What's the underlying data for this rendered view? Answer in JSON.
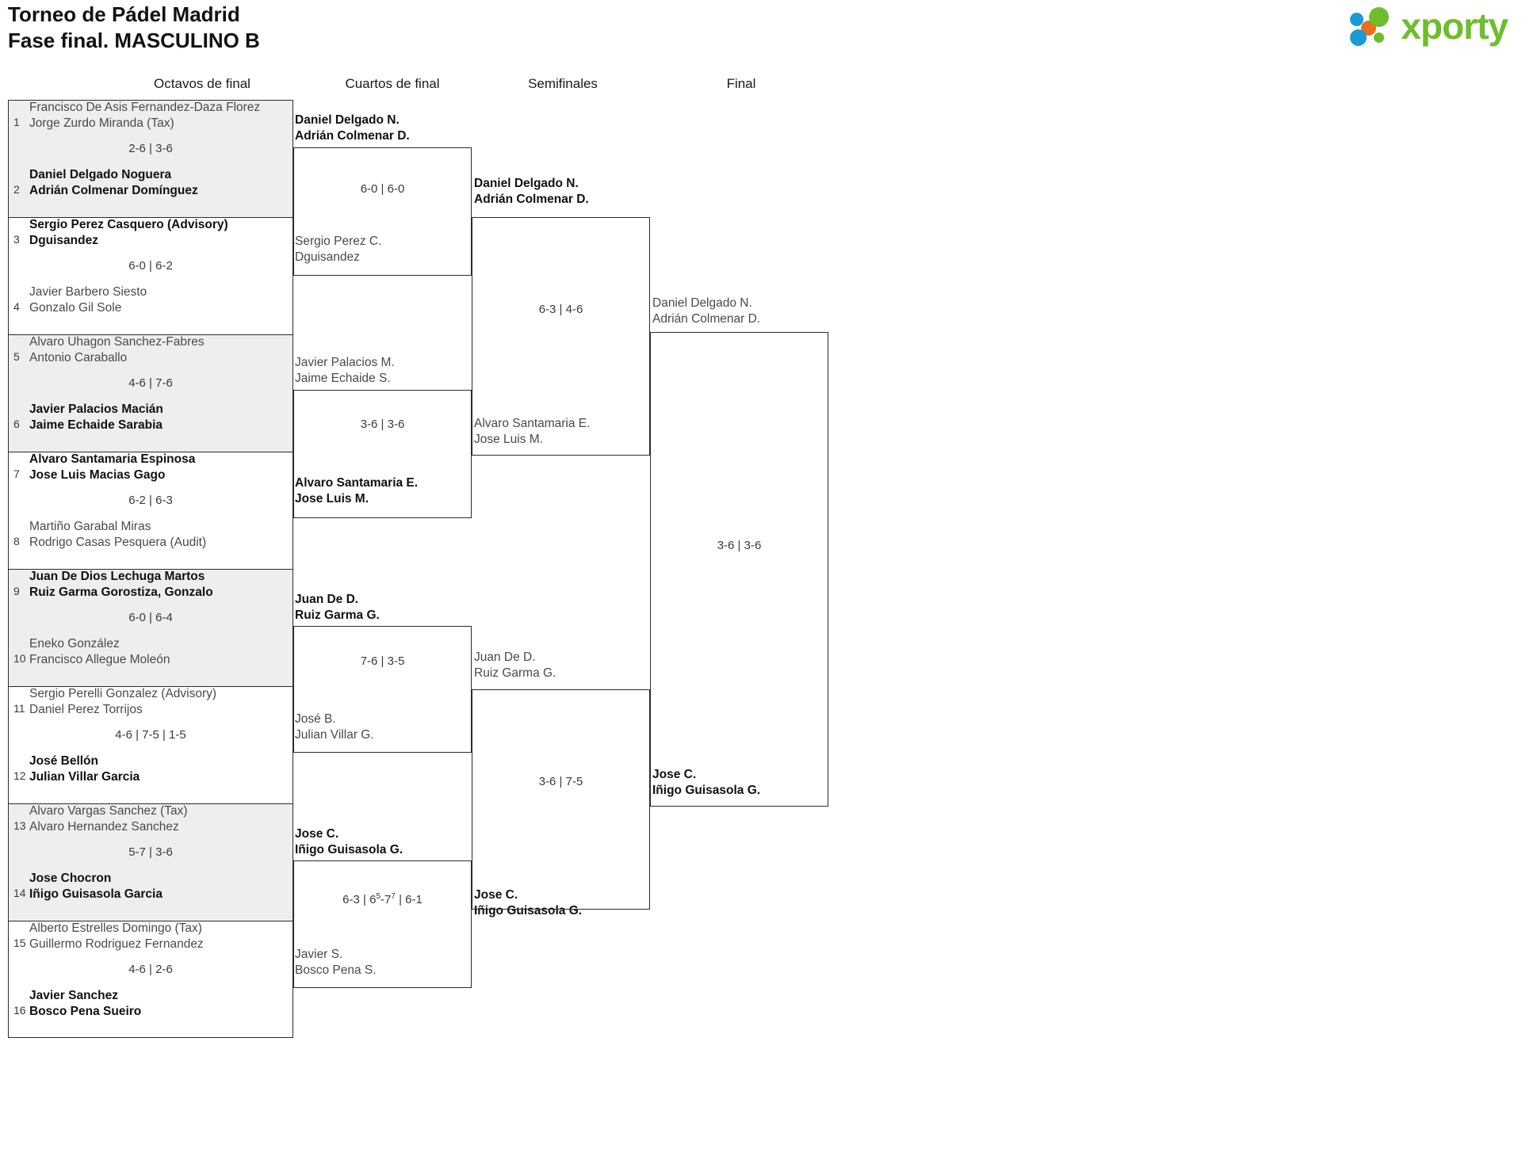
{
  "header": {
    "title": "Torneo de Pádel Madrid\nFase final. MASCULINO B",
    "logo_text": "xporty",
    "logo_colors": {
      "blue": "#1b9ad6",
      "orange": "#e8711a",
      "green": "#6fbd2c"
    }
  },
  "rounds": [
    {
      "label": "Octavos de final"
    },
    {
      "label": "Cuartos de final"
    },
    {
      "label": "Semifinales"
    },
    {
      "label": "Final"
    }
  ],
  "round1": {
    "matches": [
      {
        "top": {
          "seed": "1",
          "names": "Francisco De Asis Fernandez-Daza Florez\nJorge Zurdo Miranda (Tax)",
          "winner": false
        },
        "score": "2-6 | 3-6",
        "bottom": {
          "seed": "2",
          "names": "Daniel Delgado Noguera\nAdrián Colmenar Domínguez",
          "winner": true
        }
      },
      {
        "top": {
          "seed": "3",
          "names": "Sergio Perez Casquero (Advisory)\nDguisandez",
          "winner": true
        },
        "score": "6-0 | 6-2",
        "bottom": {
          "seed": "4",
          "names": "Javier Barbero Siesto\nGonzalo Gil Sole",
          "winner": false
        }
      },
      {
        "top": {
          "seed": "5",
          "names": "Alvaro Uhagon Sanchez-Fabres\nAntonio Caraballo",
          "winner": false
        },
        "score": "4-6 | 7-6",
        "bottom": {
          "seed": "6",
          "names": "Javier Palacios Macián\nJaime Echaide Sarabia",
          "winner": true
        }
      },
      {
        "top": {
          "seed": "7",
          "names": "Alvaro Santamaria Espinosa\nJose Luis Macias Gago",
          "winner": true
        },
        "score": "6-2 | 6-3",
        "bottom": {
          "seed": "8",
          "names": "Martiño Garabal Miras\nRodrigo Casas Pesquera (Audit)",
          "winner": false
        }
      },
      {
        "top": {
          "seed": "9",
          "names": "Juan De Dios Lechuga Martos\nRuiz Garma Gorostiza, Gonzalo",
          "winner": true
        },
        "score": "6-0 | 6-4",
        "bottom": {
          "seed": "10",
          "names": "Eneko González\nFrancisco Allegue Moleón",
          "winner": false
        }
      },
      {
        "top": {
          "seed": "11",
          "names": "Sergio Perelli Gonzalez (Advisory)\nDaniel Perez Torrijos",
          "winner": false
        },
        "score": "4-6 | 7-5 | 1-5",
        "bottom": {
          "seed": "12",
          "names": "José Bellón\nJulian Villar Garcia",
          "winner": true
        }
      },
      {
        "top": {
          "seed": "13",
          "names": "Alvaro Vargas Sanchez (Tax)\nAlvaro Hernandez Sanchez",
          "winner": false
        },
        "score": "5-7 | 3-6",
        "bottom": {
          "seed": "14",
          "names": "Jose Chocron\nIñigo Guisasola Garcia",
          "winner": true
        }
      },
      {
        "top": {
          "seed": "15",
          "names": "Alberto Estrelles Domingo (Tax)\nGuillermo Rodriguez Fernandez",
          "winner": false
        },
        "score": "4-6 | 2-6",
        "bottom": {
          "seed": "16",
          "names": "Javier Sanchez\nBosco Pena Sueiro",
          "winner": true
        }
      }
    ]
  },
  "round2": {
    "matches": [
      {
        "top": {
          "names": "Daniel Delgado N.\nAdrián Colmenar D.",
          "winner": true
        },
        "score": "6-0 | 6-0",
        "bottom": {
          "names": "Sergio Perez C.\nDguisandez",
          "winner": false
        }
      },
      {
        "top": {
          "names": "Javier Palacios M.\nJaime Echaide S.",
          "winner": false
        },
        "score": "3-6 | 3-6",
        "bottom": {
          "names": "Alvaro Santamaria E.\nJose Luis M.",
          "winner": true
        }
      },
      {
        "top": {
          "names": "Juan De D.\nRuiz Garma G.",
          "winner": true
        },
        "score": "7-6 | 3-5",
        "bottom": {
          "names": "José B.\nJulian Villar G.",
          "winner": false
        }
      },
      {
        "top": {
          "names": "Jose C.\nIñigo Guisasola G.",
          "winner": true
        },
        "score_html": "6-3 | 6<sup>5</sup>-7<sup>7</sup> | 6-1",
        "score": "6-3 | 6(5)-7(7) | 6-1",
        "bottom": {
          "names": "Javier S.\nBosco Pena S.",
          "winner": false
        }
      }
    ]
  },
  "round3": {
    "matches": [
      {
        "top": {
          "names": "Daniel Delgado N.\nAdrián Colmenar D.",
          "winner": true
        },
        "score": "6-3 | 4-6",
        "bottom": {
          "names": "Alvaro Santamaria E.\nJose Luis M.",
          "winner": false
        }
      },
      {
        "top": {
          "names": "Juan De D.\nRuiz Garma G.",
          "winner": false
        },
        "score": "3-6 | 7-5",
        "bottom": {
          "names": "Jose C.\nIñigo Guisasola G.",
          "winner": true
        }
      }
    ]
  },
  "round4": {
    "matches": [
      {
        "top": {
          "names": "Daniel Delgado N.\nAdrián Colmenar D.",
          "winner": false
        },
        "score": "3-6 | 3-6",
        "bottom": {
          "names": "Jose C.\nIñigo Guisasola G.",
          "winner": true
        }
      }
    ]
  }
}
